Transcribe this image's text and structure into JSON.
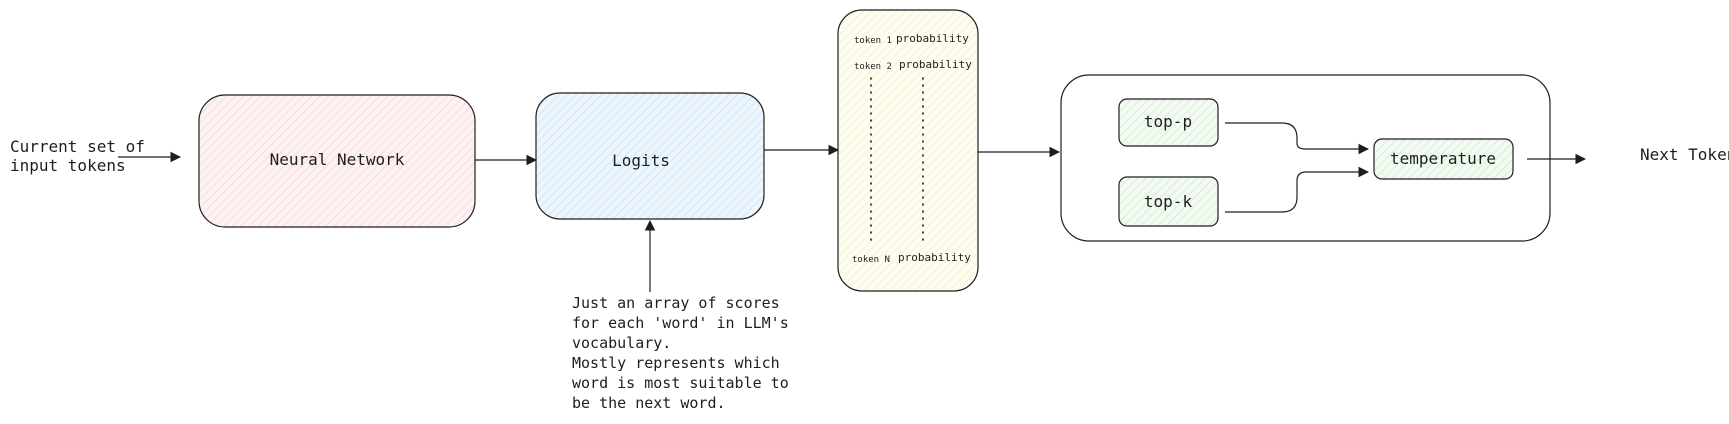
{
  "input_label": [
    "Current set of",
    "input tokens"
  ],
  "neural_network": {
    "label": "Neural Network",
    "fill": "#fde8e8"
  },
  "logits": {
    "label": "Logits",
    "fill": "#e3f0fb"
  },
  "logits_note": [
    "Just an array of scores",
    "for each 'word' in LLM's",
    "vocabulary.",
    "Mostly represents which",
    "word is most suitable to",
    "be the next word."
  ],
  "probabilities": {
    "fill": "#fdfbe6",
    "rows": [
      {
        "token": "token 1",
        "value": "probability"
      },
      {
        "token": "token 2",
        "value": "probability"
      },
      {
        "token": "token N",
        "value": "probability"
      }
    ]
  },
  "sampling": {
    "top_p": "top-p",
    "top_k": "top-k",
    "temperature": "temperature",
    "fill": "#eaf6ea"
  },
  "output_label": "Next Token"
}
